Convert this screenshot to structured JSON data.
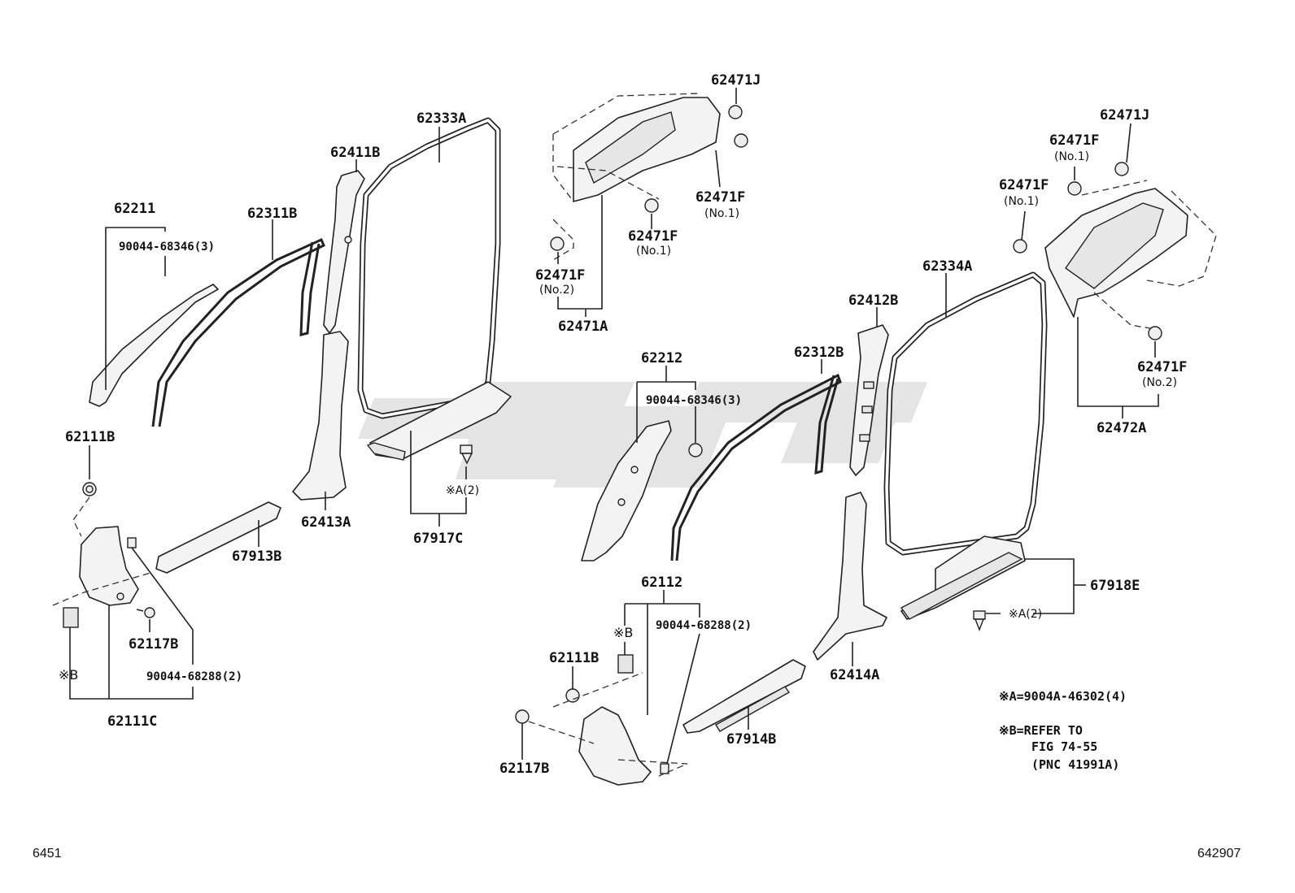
{
  "labels": {
    "p62211": "62211",
    "p90044_68346_a": "90044-68346(3)",
    "p62311B": "62311B",
    "p62411B": "62411B",
    "p62333A": "62333A",
    "p62471J_a": "62471J",
    "p62471F_a": "62471F",
    "p62471F_a_sub": "(No.1)",
    "p62471F_b": "62471F",
    "p62471F_b_sub": "(No.1)",
    "p62471F_c": "62471F",
    "p62471F_c_sub": "(No.2)",
    "p62471A": "62471A",
    "p62111B_a": "62111B",
    "p62117B_a": "62117B",
    "p90044_68288_a": "90044-68288(2)",
    "p62111C": "62111C",
    "pB_a": "※B",
    "p67913B": "67913B",
    "p62413A": "62413A",
    "p67917C": "67917C",
    "pA_a": "※A(2)",
    "p62212": "62212",
    "p90044_68346_b": "90044-68346(3)",
    "p62312B": "62312B",
    "p62412B": "62412B",
    "p62334A": "62334A",
    "p62471J_b": "62471J",
    "p62471F_d": "62471F",
    "p62471F_d_sub": "(No.1)",
    "p62471F_e": "62471F",
    "p62471F_e_sub": "(No.1)",
    "p62471F_f": "62471F",
    "p62471F_f_sub": "(No.2)",
    "p62472A": "62472A",
    "p62112": "62112",
    "pB_b": "※B",
    "p90044_68288_b": "90044-68288(2)",
    "p62111B_b": "62111B",
    "p62117B_b": "62117B",
    "p67914B": "67914B",
    "p62414A": "62414A",
    "p67918E": "67918E",
    "pA_b": "※A(2)"
  },
  "notes": {
    "noteA": "※A=9004A-46302(4)",
    "noteB1": "※B=REFER TO",
    "noteB2": "FIG 74-55",
    "noteB3": "(PNC 41991A)"
  },
  "corner": {
    "left": "6451",
    "right": "642907"
  }
}
